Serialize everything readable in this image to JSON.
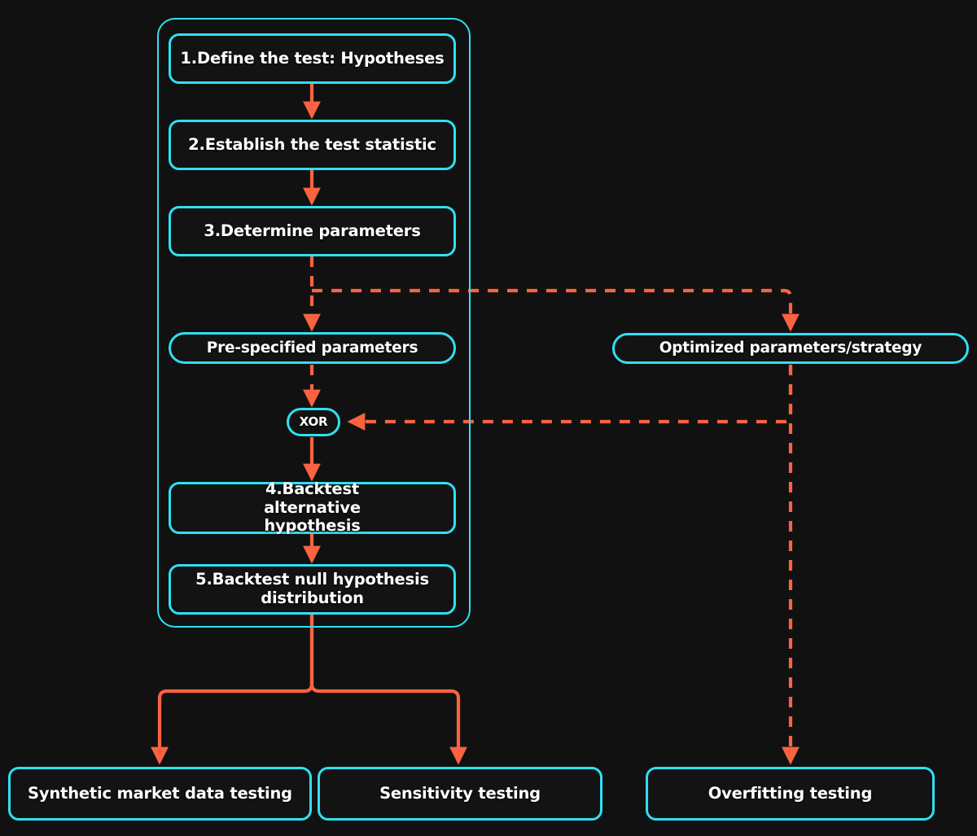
{
  "diagram": {
    "title": "Hypothesis backtesting workflow",
    "background_color": "#111111",
    "node_border_color": "#2ee0f2",
    "node_fill_color": "#131313",
    "edge_color": "#fa6341",
    "text_color": "#ffffff"
  },
  "group": {
    "label": ""
  },
  "nodes": {
    "step1": {
      "label": "1.Define the test: Hypotheses",
      "shape": "rect"
    },
    "step2": {
      "label": "2.Establish the test statistic",
      "shape": "rect"
    },
    "step3": {
      "label": "3.Determine parameters",
      "shape": "rect"
    },
    "prespecified": {
      "label": "Pre-specified parameters",
      "shape": "pill"
    },
    "xor": {
      "label": "XOR",
      "shape": "pill"
    },
    "step4": {
      "label": "4.Backtest alternative hypothesis",
      "shape": "rect"
    },
    "step5": {
      "label": "5.Backtest null hypothesis distribution",
      "shape": "rect"
    },
    "optimized": {
      "label": "Optimized parameters/strategy",
      "shape": "pill"
    },
    "synthetic": {
      "label": "Synthetic market data testing",
      "shape": "rect"
    },
    "sensitivity": {
      "label": "Sensitivity testing",
      "shape": "rect"
    },
    "overfitting": {
      "label": "Overfitting testing",
      "shape": "rect"
    }
  },
  "edges": [
    {
      "name": "step1-to-step2",
      "style": "solid",
      "label": ""
    },
    {
      "name": "step2-to-step3",
      "style": "solid",
      "label": ""
    },
    {
      "name": "step3-to-prespecified",
      "style": "dashed",
      "label": ""
    },
    {
      "name": "step3-to-optimized",
      "style": "dashed",
      "label": ""
    },
    {
      "name": "prespecified-to-xor",
      "style": "dashed",
      "label": ""
    },
    {
      "name": "optimized-to-xor",
      "style": "dashed",
      "label": ""
    },
    {
      "name": "xor-to-step4",
      "style": "solid",
      "label": ""
    },
    {
      "name": "step4-to-step5",
      "style": "solid",
      "label": ""
    },
    {
      "name": "step5-to-synthetic",
      "style": "solid",
      "label": ""
    },
    {
      "name": "step5-to-sensitivity",
      "style": "solid",
      "label": ""
    },
    {
      "name": "optimized-to-overfitting",
      "style": "dashed",
      "label": ""
    }
  ]
}
